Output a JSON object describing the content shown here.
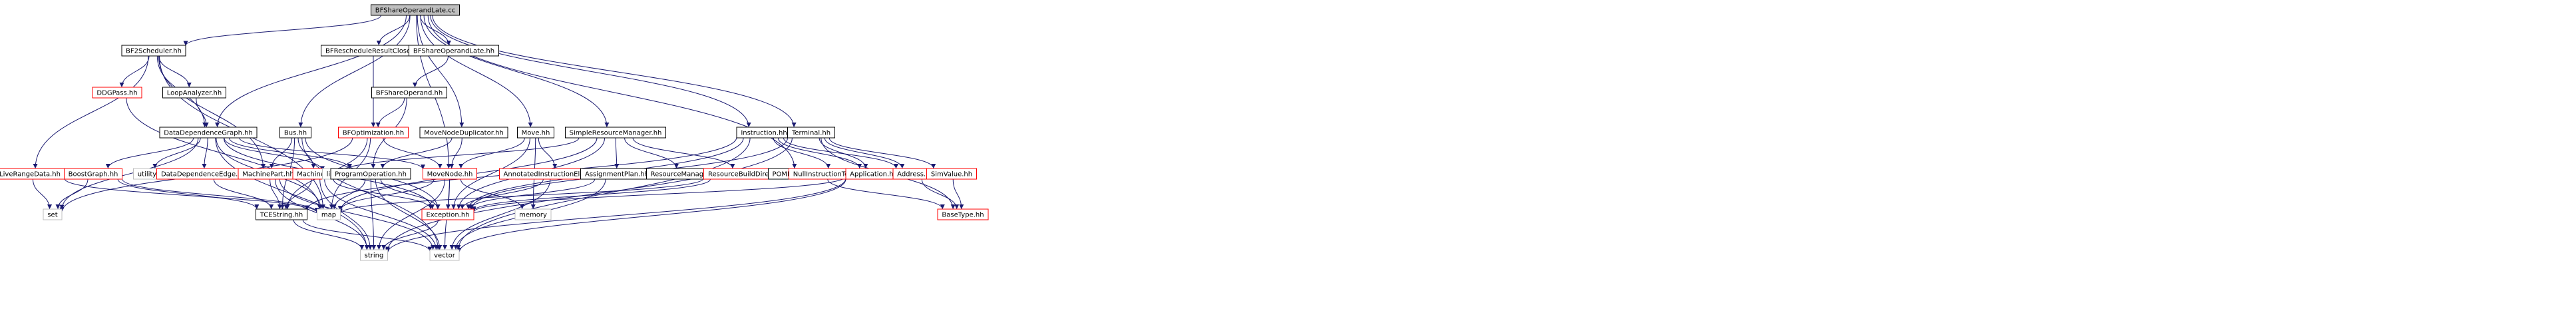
{
  "graph": {
    "style": {
      "edge_color": "#191970",
      "root_fill": "#bfbfbf",
      "node_fill": "#ffffff",
      "node_border": "#000000",
      "truncated_border": "#ff0000"
    },
    "nodes": [
      {
        "id": "root",
        "label": "BFShareOperandLate.cc",
        "kind": "root"
      },
      {
        "id": "bf2scheduler",
        "label": "BF2Scheduler.hh",
        "kind": "normal"
      },
      {
        "id": "bfrescheduleresultclose",
        "label": "BFRescheduleResultClose.hh",
        "kind": "normal"
      },
      {
        "id": "bfshareoperandlate_hh",
        "label": "BFShareOperandLate.hh",
        "kind": "normal"
      },
      {
        "id": "ddgpass",
        "label": "DDGPass.hh",
        "kind": "truncated"
      },
      {
        "id": "loopanalyzer",
        "label": "LoopAnalyzer.hh",
        "kind": "normal"
      },
      {
        "id": "bfshareoperand",
        "label": "BFShareOperand.hh",
        "kind": "normal"
      },
      {
        "id": "datadependencegraph",
        "label": "DataDependenceGraph.hh",
        "kind": "normal"
      },
      {
        "id": "bus",
        "label": "Bus.hh",
        "kind": "normal"
      },
      {
        "id": "bfoptimization",
        "label": "BFOptimization.hh",
        "kind": "truncated"
      },
      {
        "id": "movenodeduplicator",
        "label": "MoveNodeDuplicator.hh",
        "kind": "normal"
      },
      {
        "id": "move",
        "label": "Move.hh",
        "kind": "normal"
      },
      {
        "id": "simpleresourcemanager",
        "label": "SimpleResourceManager.hh",
        "kind": "normal"
      },
      {
        "id": "instruction",
        "label": "Instruction.hh",
        "kind": "normal"
      },
      {
        "id": "terminal",
        "label": "Terminal.hh",
        "kind": "normal"
      },
      {
        "id": "liverangedata",
        "label": "LiveRangeData.hh",
        "kind": "truncated"
      },
      {
        "id": "boostgraph",
        "label": "BoostGraph.hh",
        "kind": "truncated"
      },
      {
        "id": "utility",
        "label": "utility",
        "kind": "plain"
      },
      {
        "id": "datadependenceedge",
        "label": "DataDependenceEdge.hh",
        "kind": "truncated"
      },
      {
        "id": "machinepart",
        "label": "MachinePart.hh",
        "kind": "truncated"
      },
      {
        "id": "machine",
        "label": "Machine.hh",
        "kind": "truncated"
      },
      {
        "id": "list",
        "label": "list",
        "kind": "plain"
      },
      {
        "id": "programoperation",
        "label": "ProgramOperation.hh",
        "kind": "normal"
      },
      {
        "id": "movenode",
        "label": "MoveNode.hh",
        "kind": "truncated"
      },
      {
        "id": "annotatedinstructionelement",
        "label": "AnnotatedInstructionElement.hh",
        "kind": "truncated"
      },
      {
        "id": "assignmentplan",
        "label": "AssignmentPlan.hh",
        "kind": "normal"
      },
      {
        "id": "resourcemanager",
        "label": "ResourceManager.hh",
        "kind": "normal"
      },
      {
        "id": "resourcebuilddirector",
        "label": "ResourceBuildDirector.hh",
        "kind": "truncated"
      },
      {
        "id": "pomdisassembler",
        "label": "POMDisassembler.hh",
        "kind": "normal"
      },
      {
        "id": "nullinstructiontemplate",
        "label": "NullInstructionTemplate.hh",
        "kind": "truncated"
      },
      {
        "id": "application",
        "label": "Application.hh",
        "kind": "truncated"
      },
      {
        "id": "address",
        "label": "Address.hh",
        "kind": "truncated"
      },
      {
        "id": "simvalue",
        "label": "SimValue.hh",
        "kind": "truncated"
      },
      {
        "id": "set",
        "label": "set",
        "kind": "plain"
      },
      {
        "id": "map",
        "label": "map",
        "kind": "plain"
      },
      {
        "id": "tcestring",
        "label": "TCEString.hh",
        "kind": "normal"
      },
      {
        "id": "exception",
        "label": "Exception.hh",
        "kind": "truncated"
      },
      {
        "id": "memory",
        "label": "memory",
        "kind": "plain"
      },
      {
        "id": "basetype",
        "label": "BaseType.hh",
        "kind": "truncated"
      },
      {
        "id": "string",
        "label": "string",
        "kind": "plain"
      },
      {
        "id": "vector",
        "label": "vector",
        "kind": "plain"
      }
    ],
    "edges": [
      [
        "root",
        "bf2scheduler"
      ],
      [
        "root",
        "bfrescheduleresultclose"
      ],
      [
        "root",
        "bfshareoperandlate_hh"
      ],
      [
        "root",
        "datadependencegraph"
      ],
      [
        "root",
        "bus"
      ],
      [
        "root",
        "movenodeduplicator"
      ],
      [
        "root",
        "move"
      ],
      [
        "root",
        "simpleresourcemanager"
      ],
      [
        "root",
        "instruction"
      ],
      [
        "root",
        "terminal"
      ],
      [
        "root",
        "pomdisassembler"
      ],
      [
        "root",
        "movenode"
      ],
      [
        "bf2scheduler",
        "ddgpass"
      ],
      [
        "bf2scheduler",
        "loopanalyzer"
      ],
      [
        "bf2scheduler",
        "datadependencegraph"
      ],
      [
        "bf2scheduler",
        "liverangedata"
      ],
      [
        "bf2scheduler",
        "machinepart"
      ],
      [
        "bf2scheduler",
        "map"
      ],
      [
        "bfrescheduleresultclose",
        "bfoptimization"
      ],
      [
        "bfshareoperandlate_hh",
        "bfshareoperand"
      ],
      [
        "ddgpass",
        "map"
      ],
      [
        "loopanalyzer",
        "datadependencegraph"
      ],
      [
        "bfshareoperand",
        "bfoptimization"
      ],
      [
        "bfshareoperand",
        "programoperation"
      ],
      [
        "bfoptimization",
        "movenode"
      ],
      [
        "bfoptimization",
        "map"
      ],
      [
        "bfoptimization",
        "tcestring"
      ],
      [
        "bfoptimization",
        "set"
      ],
      [
        "datadependencegraph",
        "boostgraph"
      ],
      [
        "datadependencegraph",
        "utility"
      ],
      [
        "datadependencegraph",
        "datadependenceedge"
      ],
      [
        "datadependencegraph",
        "programoperation"
      ],
      [
        "datadependencegraph",
        "movenode"
      ],
      [
        "datadependencegraph",
        "list"
      ],
      [
        "datadependencegraph",
        "set"
      ],
      [
        "datadependencegraph",
        "map"
      ],
      [
        "datadependencegraph",
        "exception"
      ],
      [
        "datadependencegraph",
        "string"
      ],
      [
        "bus",
        "machinepart"
      ],
      [
        "bus",
        "machine"
      ],
      [
        "bus",
        "tcestring"
      ],
      [
        "bus",
        "vector"
      ],
      [
        "bus",
        "exception"
      ],
      [
        "movenodeduplicator",
        "programoperation"
      ],
      [
        "movenodeduplicator",
        "movenode"
      ],
      [
        "move",
        "annotatedinstructionelement"
      ],
      [
        "move",
        "movenode"
      ],
      [
        "move",
        "memory"
      ],
      [
        "move",
        "exception"
      ],
      [
        "simpleresourcemanager",
        "assignmentplan"
      ],
      [
        "simpleresourcemanager",
        "resourcemanager"
      ],
      [
        "simpleresourcemanager",
        "resourcebuilddirector"
      ],
      [
        "simpleresourcemanager",
        "list"
      ],
      [
        "simpleresourcemanager",
        "map"
      ],
      [
        "simpleresourcemanager",
        "exception"
      ],
      [
        "instruction",
        "nullinstructiontemplate"
      ],
      [
        "instruction",
        "address"
      ],
      [
        "instruction",
        "application"
      ],
      [
        "instruction",
        "exception"
      ],
      [
        "instruction",
        "vector"
      ],
      [
        "instruction",
        "tcestring"
      ],
      [
        "terminal",
        "address"
      ],
      [
        "terminal",
        "simvalue"
      ],
      [
        "terminal",
        "application"
      ],
      [
        "terminal",
        "basetype"
      ],
      [
        "terminal",
        "exception"
      ],
      [
        "terminal",
        "string"
      ],
      [
        "pomdisassembler",
        "basetype"
      ],
      [
        "liverangedata",
        "set"
      ],
      [
        "liverangedata",
        "map"
      ],
      [
        "boostgraph",
        "set"
      ],
      [
        "boostgraph",
        "map"
      ],
      [
        "boostgraph",
        "tcestring"
      ],
      [
        "datadependenceedge",
        "tcestring"
      ],
      [
        "machinepart",
        "tcestring"
      ],
      [
        "machinepart",
        "string"
      ],
      [
        "machinepart",
        "vector"
      ],
      [
        "machine",
        "tcestring"
      ],
      [
        "machine",
        "string"
      ],
      [
        "machine",
        "vector"
      ],
      [
        "machine",
        "exception"
      ],
      [
        "programoperation",
        "map"
      ],
      [
        "programoperation",
        "exception"
      ],
      [
        "programoperation",
        "string"
      ],
      [
        "programoperation",
        "vector"
      ],
      [
        "movenode",
        "exception"
      ],
      [
        "movenode",
        "memory"
      ],
      [
        "movenode",
        "string"
      ],
      [
        "movenode",
        "vector"
      ],
      [
        "movenode",
        "map"
      ],
      [
        "annotatedinstructionelement",
        "exception"
      ],
      [
        "annotatedinstructionelement",
        "vector"
      ],
      [
        "assignmentplan",
        "exception"
      ],
      [
        "assignmentplan",
        "vector"
      ],
      [
        "resourcebuilddirector",
        "exception"
      ],
      [
        "resourcebuilddirector",
        "map"
      ],
      [
        "application",
        "exception"
      ],
      [
        "application",
        "vector"
      ],
      [
        "application",
        "string"
      ],
      [
        "address",
        "basetype"
      ],
      [
        "simvalue",
        "basetype"
      ],
      [
        "tcestring",
        "string"
      ],
      [
        "tcestring",
        "vector"
      ],
      [
        "exception",
        "string"
      ]
    ]
  }
}
